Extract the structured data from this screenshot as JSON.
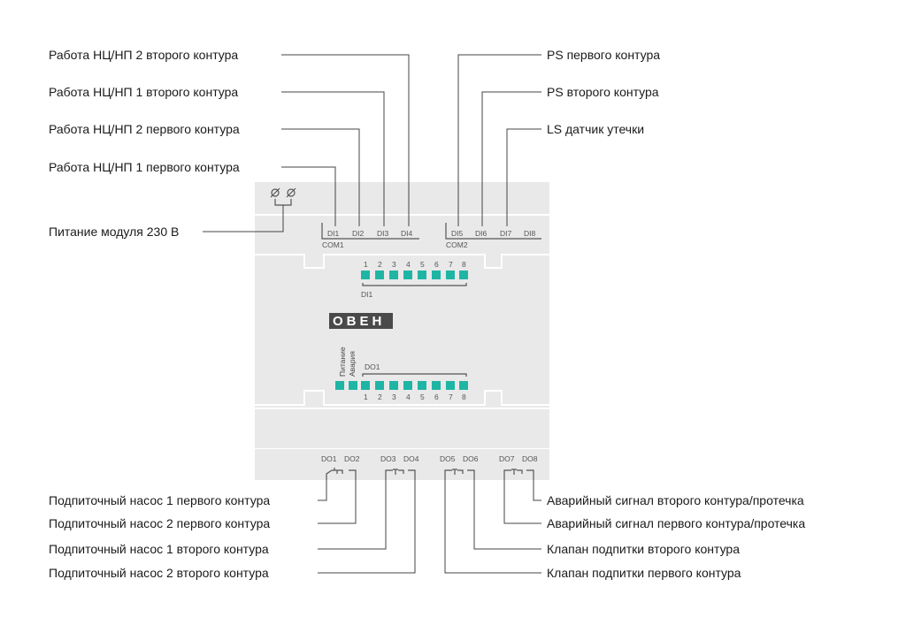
{
  "left_labels_top": [
    "Работа НЦ/НП 2 второго контура",
    "Работа НЦ/НП 1 второго контура",
    "Работа НЦ/НП 2 первого контура",
    "Работа НЦ/НП 1 первого контура"
  ],
  "power_label": "Питание модуля 230 В",
  "right_labels_top": [
    "PS первого контура",
    "PS второго контура",
    "LS датчик утечки"
  ],
  "left_labels_bottom": [
    "Подпиточный насос 1 первого контура",
    "Подпиточный насос 2 первого контура",
    "Подпиточный насос 1 второго контура",
    "Подпиточный насос 2 второго контура"
  ],
  "right_labels_bottom": [
    "Аварийный сигнал второго контура/протечка",
    "Аварийный сигнал первого контура/протечка",
    "Клапан подпитки второго контура",
    "Клапан подпитки первого контура"
  ],
  "terminals_di": [
    "DI1",
    "DI2",
    "DI3",
    "DI4",
    "DI5",
    "DI6",
    "DI7",
    "DI8"
  ],
  "com_labels": [
    "COM1",
    "COM2"
  ],
  "led_numbers": [
    "1",
    "2",
    "3",
    "4",
    "5",
    "6",
    "7",
    "8"
  ],
  "di_group_label": "DI1",
  "do_group_label": "DO1",
  "status_labels": [
    "Питание",
    "Авария"
  ],
  "logo_text": "ОВЕН",
  "terminals_do": [
    "DO1",
    "DO2",
    "DO3",
    "DO4",
    "DO5",
    "DO6",
    "DO7",
    "DO8"
  ],
  "colors": {
    "led": "#1fb5a5",
    "body": "#e9e9e9",
    "text": "#1a1a1a"
  }
}
